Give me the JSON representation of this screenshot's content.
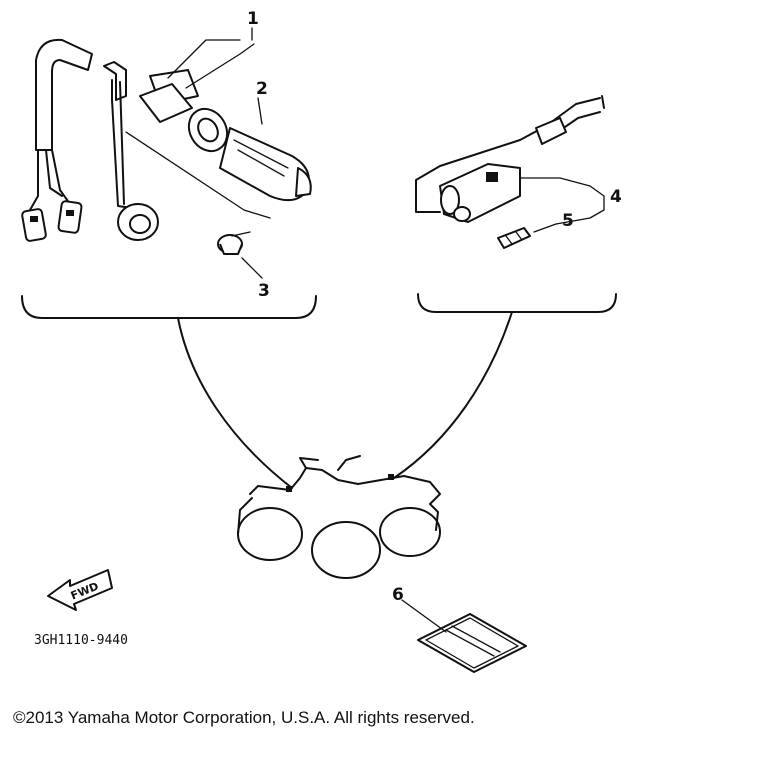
{
  "callouts": {
    "c1": "1",
    "c2": "2",
    "c3": "3",
    "c4": "4",
    "c5": "5",
    "c6": "6"
  },
  "part_code": "3GH1110-9440",
  "fwd_label": "FWD",
  "copyright": "©2013 Yamaha Motor Corporation, U.S.A. All rights reserved."
}
